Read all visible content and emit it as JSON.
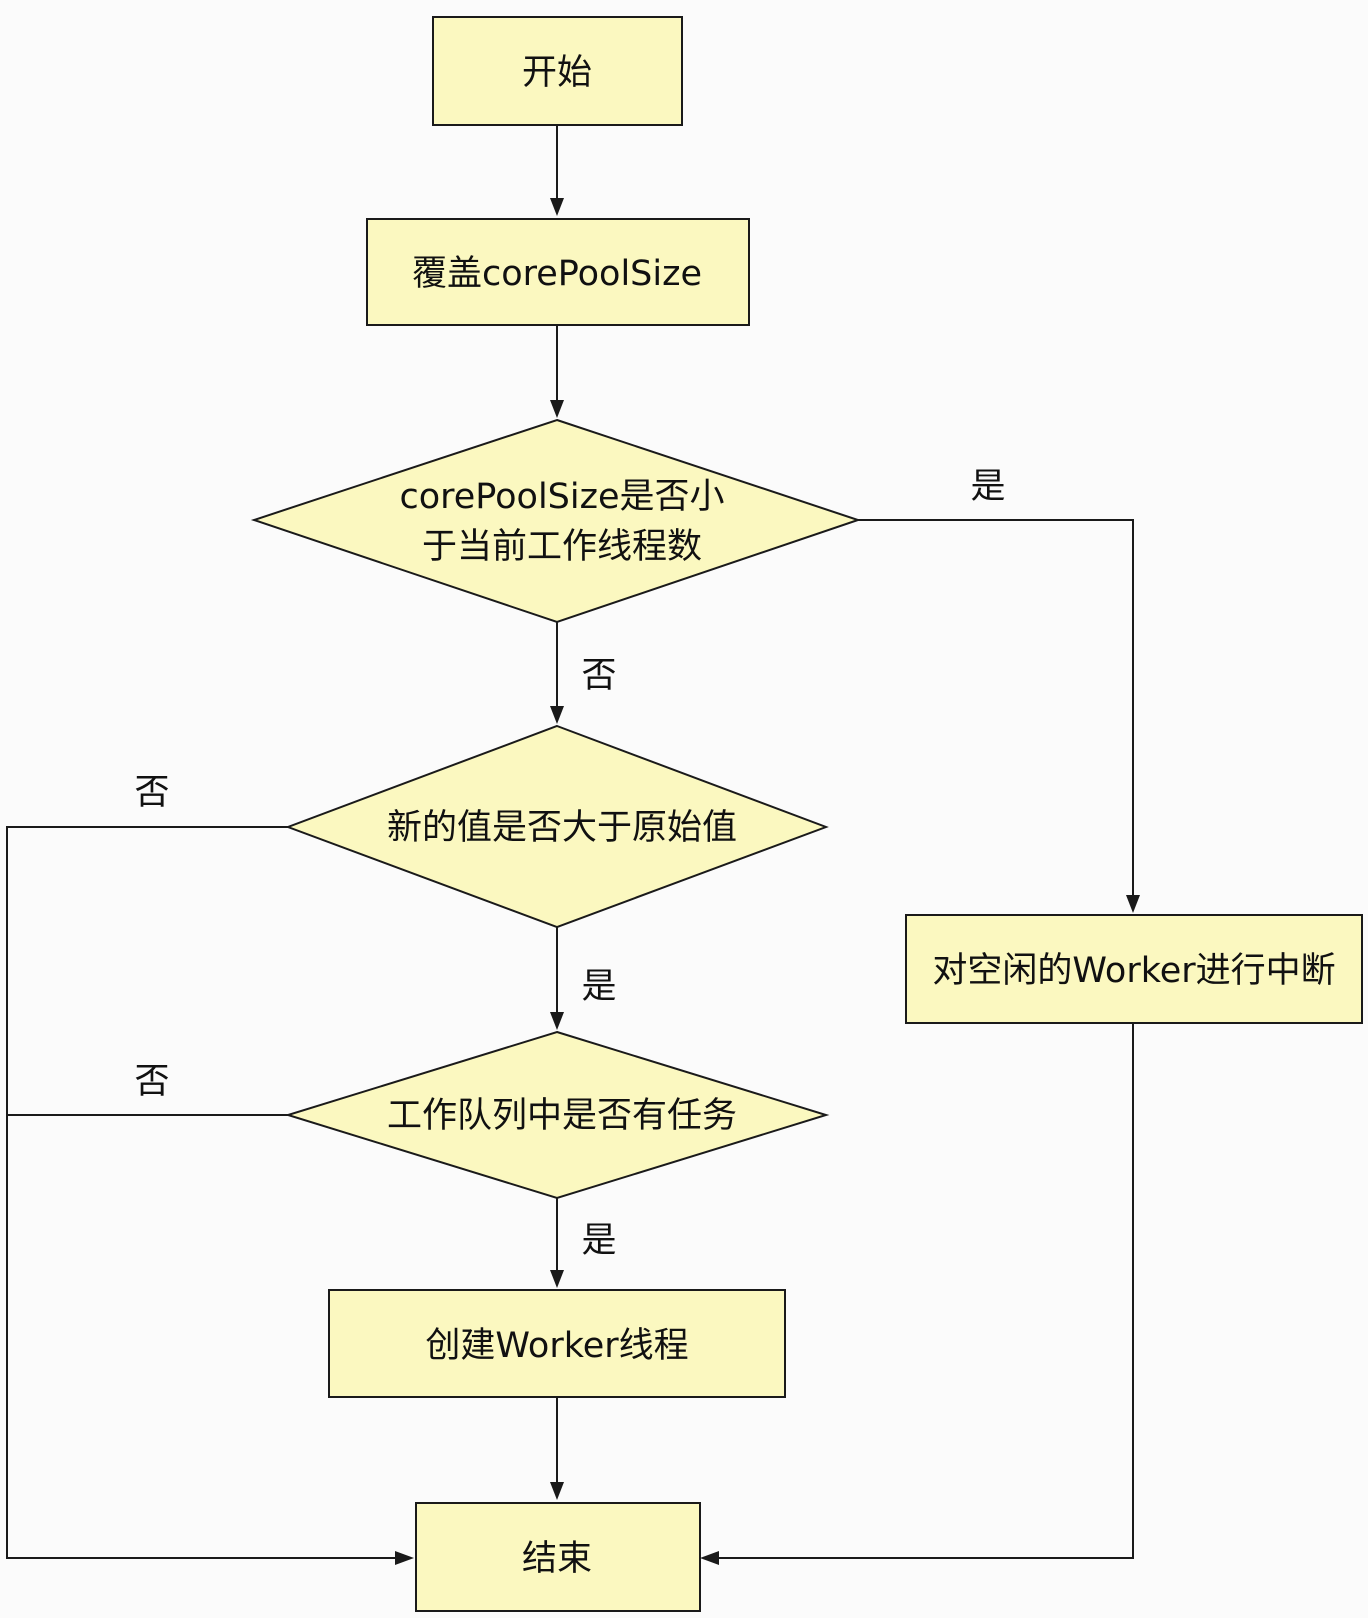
{
  "nodes": {
    "start": "开始",
    "override": "覆盖corePoolSize",
    "check_less": [
      "corePoolSize是否小",
      "于当前工作线程数"
    ],
    "check_greater": "新的值是否大于原始值",
    "check_queue": "工作队列中是否有任务",
    "create_worker": "创建Worker线程",
    "interrupt": "对空闲的Worker进行中断",
    "end": "结束"
  },
  "edge_labels": {
    "less_yes": "是",
    "less_no": "否",
    "greater_no": "否",
    "greater_yes": "是",
    "queue_no": "否",
    "queue_yes": "是"
  }
}
